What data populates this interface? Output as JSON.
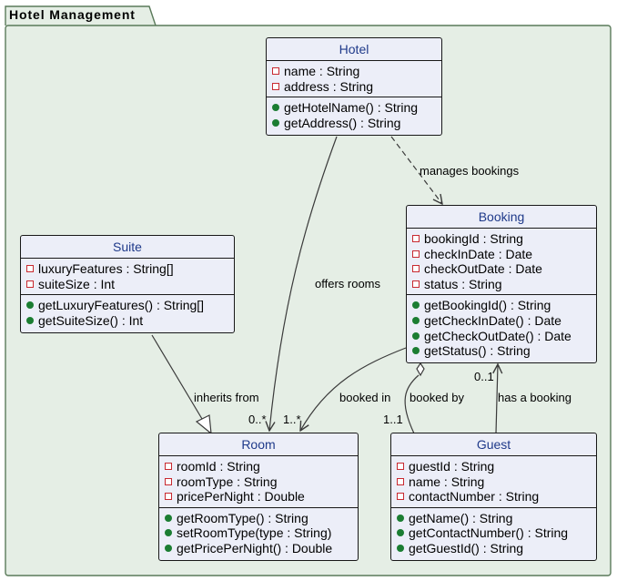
{
  "package": {
    "title": "Hotel Management"
  },
  "classes": {
    "hotel": {
      "name": "Hotel",
      "attributes": [
        "name : String",
        "address : String"
      ],
      "methods": [
        "getHotelName() : String",
        "getAddress() : String"
      ]
    },
    "booking": {
      "name": "Booking",
      "attributes": [
        "bookingId : String",
        "checkInDate : Date",
        "checkOutDate : Date",
        "status : String"
      ],
      "methods": [
        "getBookingId() : String",
        "getCheckInDate() : Date",
        "getCheckOutDate() : Date",
        "getStatus() : String"
      ]
    },
    "suite": {
      "name": "Suite",
      "attributes": [
        "luxuryFeatures : String[]",
        "suiteSize : Int"
      ],
      "methods": [
        "getLuxuryFeatures() : String[]",
        "getSuiteSize() : Int"
      ]
    },
    "room": {
      "name": "Room",
      "attributes": [
        "roomId : String",
        "roomType : String",
        "pricePerNight : Double"
      ],
      "methods": [
        "getRoomType() : String",
        "setRoomType(type : String)",
        "getPricePerNight() : Double"
      ]
    },
    "guest": {
      "name": "Guest",
      "attributes": [
        "guestId : String",
        "name : String",
        "contactNumber : String"
      ],
      "methods": [
        "getName() : String",
        "getContactNumber() : String",
        "getGuestId() : String"
      ]
    }
  },
  "relations": {
    "manages_bookings": "manages bookings",
    "offers_rooms": "offers rooms",
    "inherits_from": "inherits from",
    "booked_in": "booked in",
    "booked_by": "booked by",
    "has_a_booking": "has a booking"
  },
  "multiplicities": {
    "offers_rooms_room": "0..*",
    "booked_in_room": "1..*",
    "booked_by_guest": "1..1",
    "has_a_booking_booking": "0..1"
  },
  "colors": {
    "package_fill": "#e5eee5",
    "package_border": "#5a7a5a",
    "class_fill": "#eceef8",
    "class_name": "#1f3a8a",
    "private_marker": "#c82930",
    "public_marker": "#1b7d32",
    "edge": "#3a3a3a"
  }
}
